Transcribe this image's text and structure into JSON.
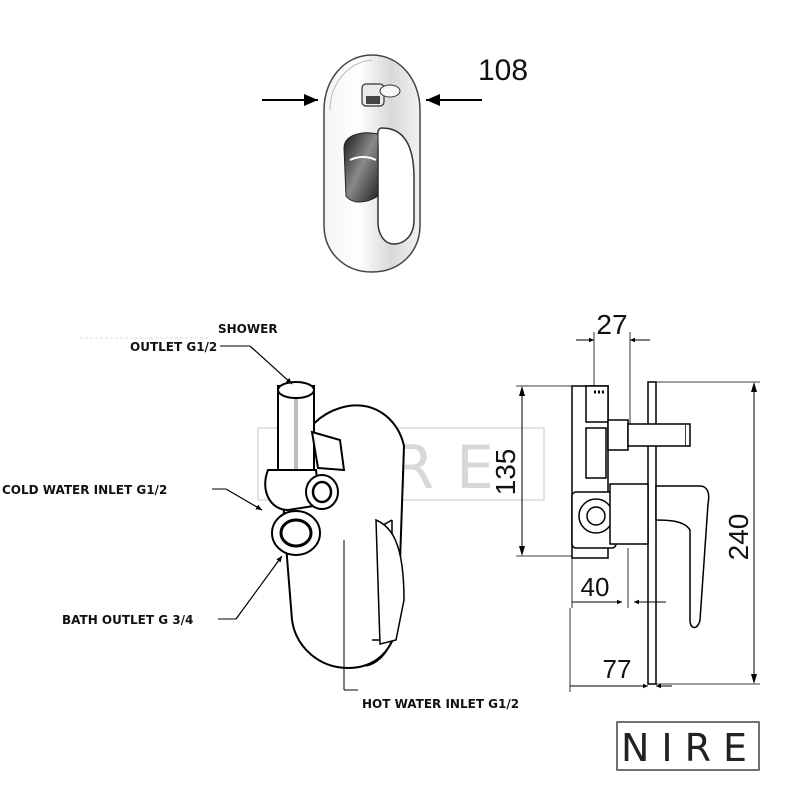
{
  "brand": {
    "name": "NIRE"
  },
  "watermark": {
    "text": "NIRE"
  },
  "dimensions": {
    "front_width": "108",
    "depth_top": "27",
    "height_body": "135",
    "height_total": "240",
    "depth_mid": "40",
    "depth_total": "77"
  },
  "callouts": {
    "shower_line1": "SHOWER",
    "shower_line2": "OUTLET  G1/2",
    "cold_inlet": "COLD WATER INLET  G1/2",
    "bath_outlet": "BATH OUTLET G 3/4",
    "hot_inlet": "HOT WATER INLET G1/2"
  }
}
